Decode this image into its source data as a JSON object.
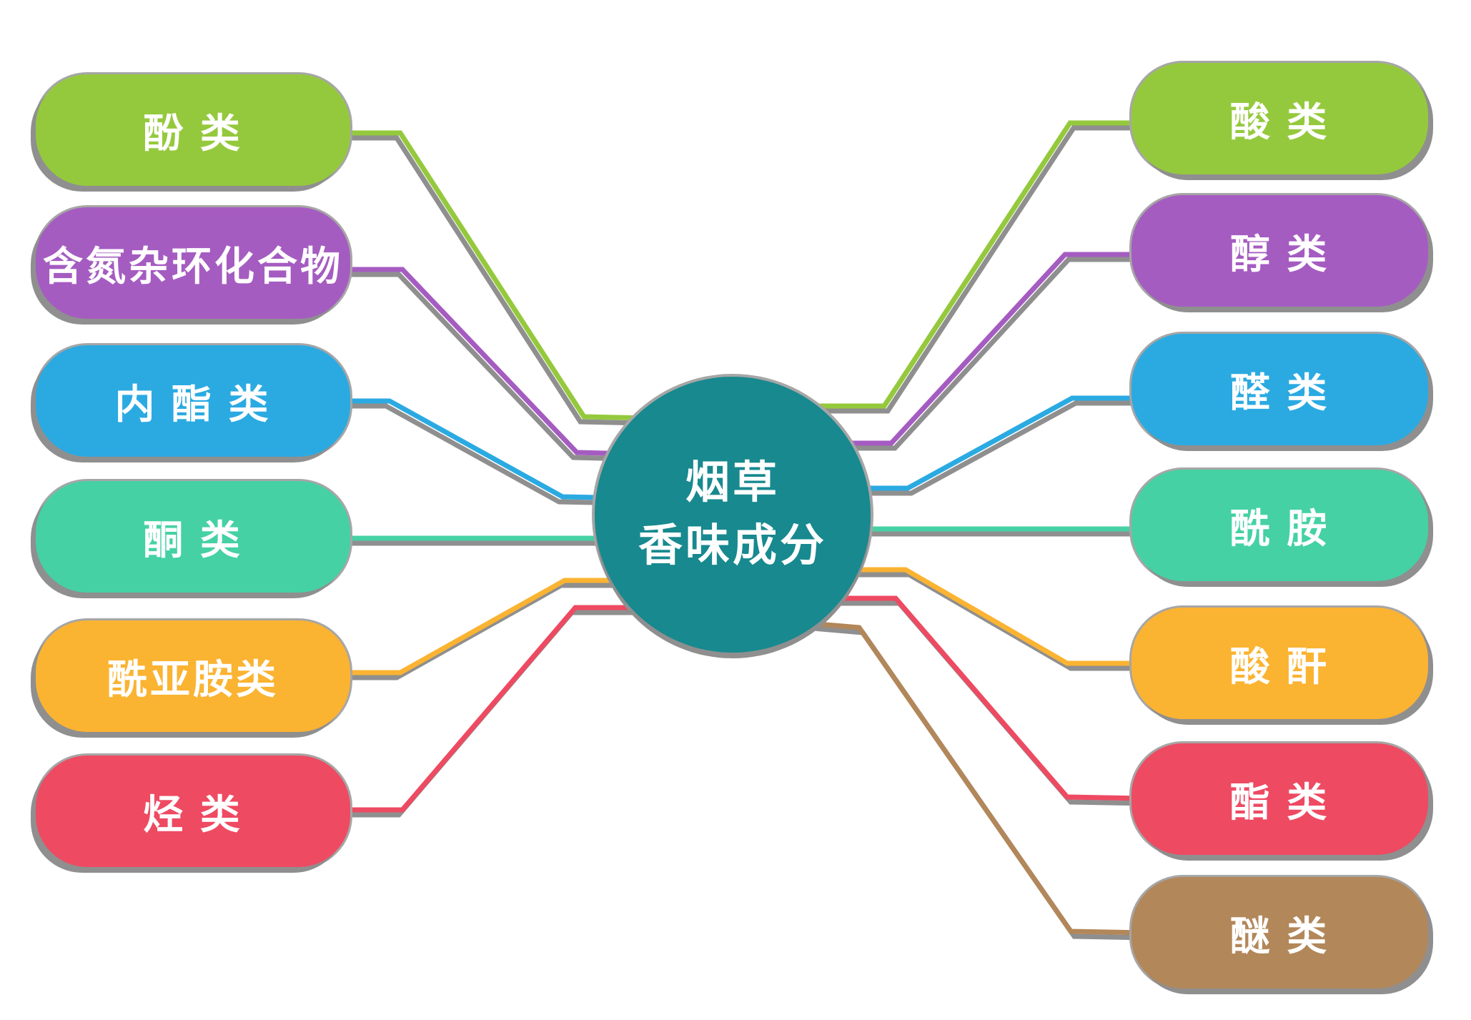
{
  "center": {
    "line1": "烟草",
    "line2": "香味成分",
    "color": "#17898F"
  },
  "nodes": {
    "left": [
      {
        "label": "酚 类",
        "color": "#95C93D"
      },
      {
        "label": "含氮杂环化合物",
        "color": "#A55CC1"
      },
      {
        "label": "内 酯 类",
        "color": "#2BAAE2"
      },
      {
        "label": "酮 类",
        "color": "#45D1A4"
      },
      {
        "label": "酰亚胺类",
        "color": "#FBB332"
      },
      {
        "label": "烃 类",
        "color": "#EE4A62"
      }
    ],
    "right": [
      {
        "label": "酸 类",
        "color": "#95C93D"
      },
      {
        "label": "醇 类",
        "color": "#A55CC1"
      },
      {
        "label": "醛 类",
        "color": "#2BAAE2"
      },
      {
        "label": "酰 胺",
        "color": "#45D1A4"
      },
      {
        "label": "酸 酐",
        "color": "#FBB332"
      },
      {
        "label": "酯 类",
        "color": "#EE4A62"
      },
      {
        "label": "醚 类",
        "color": "#B2875A"
      }
    ]
  },
  "shadow_color": "#8F8F8F",
  "background_color": "#FFFFFF"
}
